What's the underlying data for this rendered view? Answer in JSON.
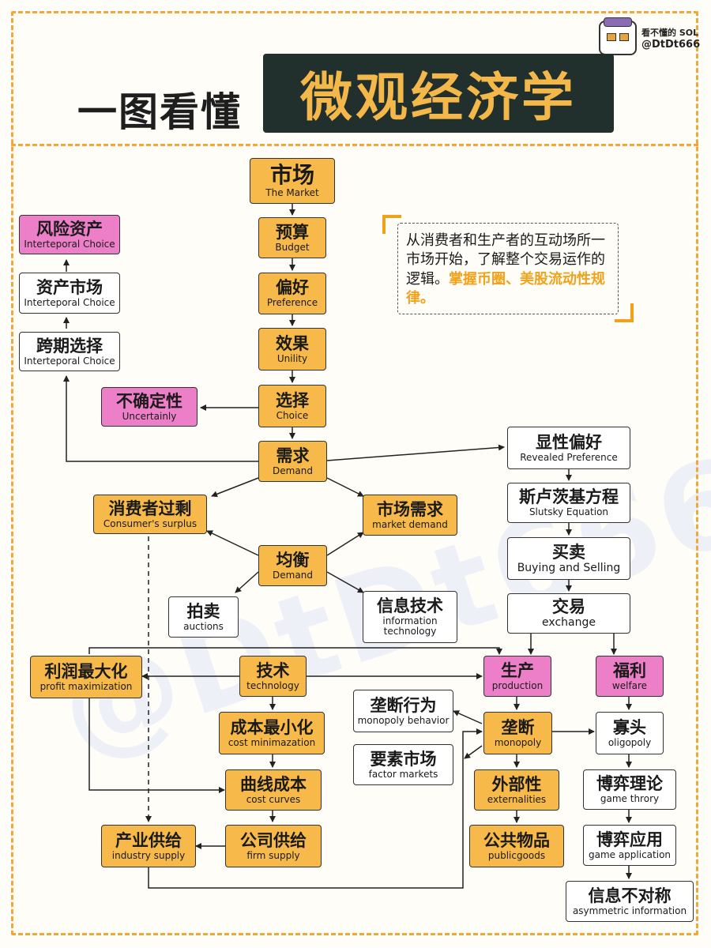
{
  "brand": {
    "name": "看不懂的 SOL",
    "handle": "@DtDt666",
    "avatar_icon": "cartoon-face-icon"
  },
  "title": {
    "left": "一图看懂",
    "box": "微观经济学"
  },
  "note": {
    "text": "从消费者和生产者的互动场所一市场开始，了解整个交易运作的逻辑。",
    "highlight": "掌握币圈、美股流动性规律。"
  },
  "colors": {
    "orange": "#f6b94a",
    "pink": "#ec7fc7",
    "white": "#ffffff",
    "accent": "#f1a83a",
    "title_bg": "#22302d"
  },
  "nodes": {
    "market": {
      "zh": "市场",
      "en": "The Market"
    },
    "budget": {
      "zh": "预算",
      "en": "Budget"
    },
    "preference": {
      "zh": "偏好",
      "en": "Preference"
    },
    "utility": {
      "zh": "效果",
      "en": "Unility"
    },
    "choice": {
      "zh": "选择",
      "en": "Choice"
    },
    "demand": {
      "zh": "需求",
      "en": "Demand"
    },
    "risk_assets": {
      "zh": "风险资产",
      "en": "Interteporal Choice"
    },
    "asset_market": {
      "zh": "资产市场",
      "en": "Interteporal Choice"
    },
    "intertemporal": {
      "zh": "跨期选择",
      "en": "Interteporal Choice"
    },
    "uncertainty": {
      "zh": "不确定性",
      "en": "Uncertainly"
    },
    "revealed": {
      "zh": "显性偏好",
      "en": "Revealed Preference"
    },
    "slutsky": {
      "zh": "斯卢茨基方程",
      "en": "Slutsky Equation"
    },
    "buying": {
      "zh": "买卖",
      "en": "Buying and Selling"
    },
    "exchange": {
      "zh": "交易",
      "en": "exchange"
    },
    "consumer_surplus": {
      "zh": "消费者过剩",
      "en": "Consumer's surplus"
    },
    "market_demand": {
      "zh": "市场需求",
      "en": "market demand"
    },
    "equilibrium": {
      "zh": "均衡",
      "en": "Demand"
    },
    "auctions": {
      "zh": "拍卖",
      "en": "auctions"
    },
    "info_tech": {
      "zh": "信息技术",
      "en1": "information",
      "en2": "technology"
    },
    "profit": {
      "zh": "利润最大化",
      "en": "profit maximization"
    },
    "technology": {
      "zh": "技术",
      "en": "technology"
    },
    "production": {
      "zh": "生产",
      "en": "production"
    },
    "welfare": {
      "zh": "福利",
      "en": "welfare"
    },
    "monopoly_behavior": {
      "zh": "垄断行为",
      "en": "monopoly behavior"
    },
    "monopoly": {
      "zh": "垄断",
      "en": "monopoly"
    },
    "oligopoly": {
      "zh": "寡头",
      "en": "oligopoly"
    },
    "cost_min": {
      "zh": "成本最小化",
      "en": "cost minimazation"
    },
    "factor_markets": {
      "zh": "要素市场",
      "en": "factor markets"
    },
    "cost_curves": {
      "zh": "曲线成本",
      "en": "cost curves"
    },
    "externalities": {
      "zh": "外部性",
      "en": "externalities"
    },
    "game_theory": {
      "zh": "博弈理论",
      "en": "game throry"
    },
    "industry_supply": {
      "zh": "产业供给",
      "en": "industry supply"
    },
    "firm_supply": {
      "zh": "公司供给",
      "en": "firm supply"
    },
    "public_goods": {
      "zh": "公共物品",
      "en": "publicgoods"
    },
    "game_app": {
      "zh": "博弈应用",
      "en": "game application"
    },
    "asym_info": {
      "zh": "信息不对称",
      "en": "asymmetric information"
    }
  }
}
